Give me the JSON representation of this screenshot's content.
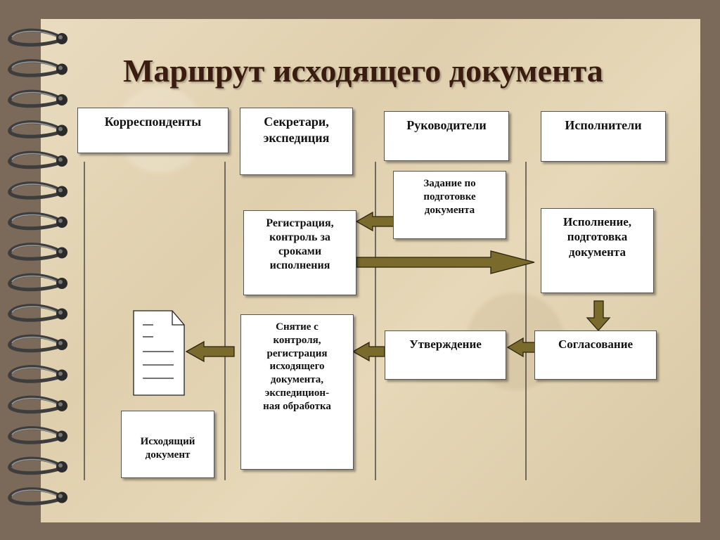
{
  "title": "Маршрут исходящего документа",
  "columns": {
    "correspondents": "Корреспонденты",
    "secretaries": "Секретари,\nэкспедиция",
    "managers": "Руководители",
    "executors": "Исполнители"
  },
  "steps": {
    "task": "Задание по\nподготовке\nдокумента",
    "registration": "Регистрация,\nконтроль за\nсроками\nисполнения",
    "execution": "Исполнение,\nподготовка\nдокумента",
    "approval": "Утверждение",
    "coordination": "Согласование",
    "closing": "Снятие с\nконтроля,\nрегистрация\nисходящего\nдокумента,\nэкспедицион-\nная обработка",
    "outgoing_doc": "Исходящий\nдокумент"
  },
  "colors": {
    "arrow_fill": "#7a6a2c",
    "title": "#3a1c10",
    "paper": "#e3d4b4",
    "frame": "#7b6a5a"
  }
}
